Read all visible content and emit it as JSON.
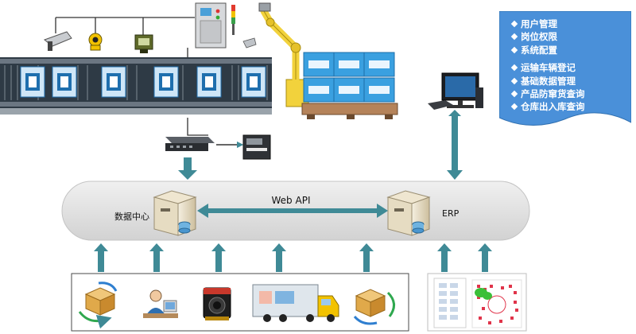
{
  "colors": {
    "arrow": "#3f8a96",
    "arrow_dark": "#1f5d68",
    "hub_fill": "#e2e2e2",
    "menu_fill": "#4a90d9",
    "conveyor": "#2e3a45",
    "robot": "#f2d23c"
  },
  "menu": {
    "items_top": [
      "用户管理",
      "岗位权限",
      "系统配置"
    ],
    "items_bottom": [
      "运输车辆登记",
      "基础数据管理",
      "产品防窜货查询",
      "仓库出入库查询"
    ]
  },
  "hub": {
    "left_label": "数据中心",
    "center_label": "Web API",
    "right_label": "ERP"
  },
  "icons": {
    "scanners": [
      "handheld-scanner-icon",
      "barcode-reader-icon",
      "terminal-icon"
    ],
    "control": "control-cabinet-icon",
    "industrial": "industrial-pc-icon",
    "printer": "label-printer-icon",
    "robot": "palletizing-robot-icon",
    "erp_pc": "desktop-computer-icon",
    "bottom_left": [
      "warehouse-cycle-icon",
      "office-worker-icon",
      "camera-module-icon",
      "delivery-truck-icon",
      "warehouse-cycle-icon"
    ],
    "bottom_right": [
      "mobile-app-icon",
      "wechat-qr-icon"
    ]
  }
}
